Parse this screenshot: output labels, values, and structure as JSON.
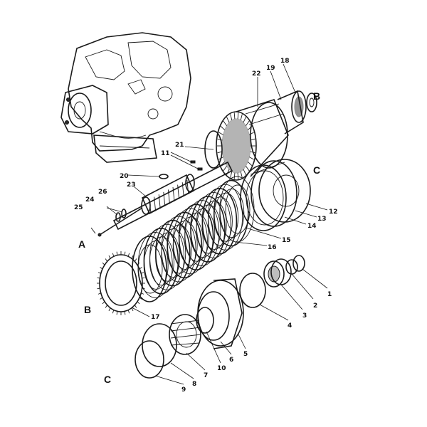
{
  "callouts": [
    {
      "id": "p1",
      "text": "1"
    },
    {
      "id": "p2",
      "text": "2"
    },
    {
      "id": "p3",
      "text": "3"
    },
    {
      "id": "p4",
      "text": "4"
    },
    {
      "id": "p5",
      "text": "5"
    },
    {
      "id": "p6",
      "text": "6"
    },
    {
      "id": "p7",
      "text": "7"
    },
    {
      "id": "p8",
      "text": "8"
    },
    {
      "id": "p9",
      "text": "9"
    },
    {
      "id": "p10",
      "text": "10"
    },
    {
      "id": "p11",
      "text": "11"
    },
    {
      "id": "p12",
      "text": "12"
    },
    {
      "id": "p13",
      "text": "13"
    },
    {
      "id": "p14",
      "text": "14"
    },
    {
      "id": "p15",
      "text": "15"
    },
    {
      "id": "p16",
      "text": "16"
    },
    {
      "id": "p17",
      "text": "17"
    },
    {
      "id": "p18",
      "text": "18"
    },
    {
      "id": "p19",
      "text": "19"
    },
    {
      "id": "p20",
      "text": "20"
    },
    {
      "id": "p21",
      "text": "21"
    },
    {
      "id": "p22",
      "text": "22"
    },
    {
      "id": "p23",
      "text": "23"
    },
    {
      "id": "p24",
      "text": "24"
    },
    {
      "id": "p25",
      "text": "25"
    },
    {
      "id": "p26",
      "text": "26"
    }
  ],
  "reference_letters": [
    {
      "id": "a",
      "text": "A"
    },
    {
      "id": "b1",
      "text": "B"
    },
    {
      "id": "b2",
      "text": "B"
    },
    {
      "id": "c1",
      "text": "C"
    },
    {
      "id": "c2",
      "text": "C"
    }
  ]
}
